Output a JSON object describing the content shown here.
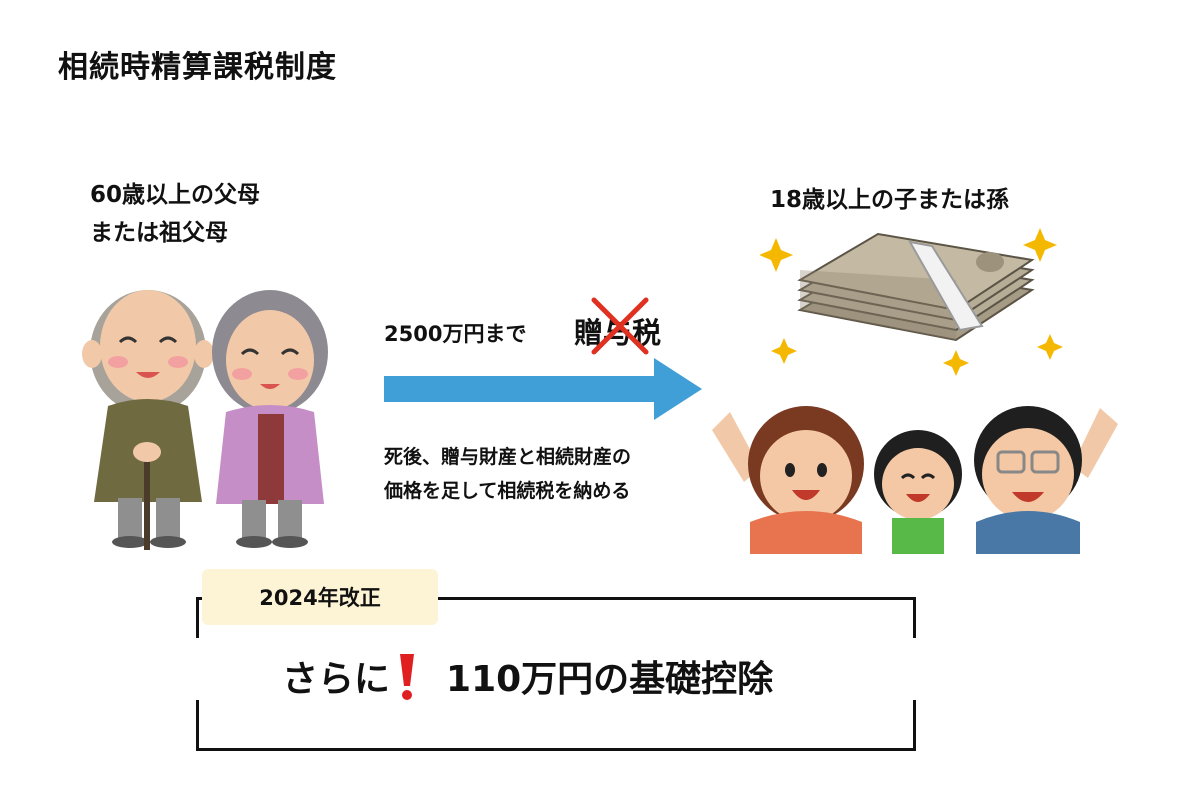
{
  "title": "相続時精算課税制度",
  "giver_label": [
    "60歳以上の父母",
    "または祖父母"
  ],
  "receiver_label": "18歳以上の子または孫",
  "amount_text": "2500万円まで",
  "tax_text": "贈与税",
  "note_lines": [
    "死後、贈与財産と相続財産の",
    "価格を足して相続税を納める"
  ],
  "reform": {
    "tag": "2024年改正",
    "prefix": "さらに",
    "main": "110万円の基礎控除"
  },
  "colors": {
    "arrow": "#3f9fd6",
    "cross": "#e03020",
    "tag_bg": "#fdf4d6",
    "exclaim": "#e02020",
    "sparkle": "#f5b800"
  },
  "icons": {
    "grandparents": "elderly-couple-illustration",
    "money": "money-stack-illustration",
    "family": "cheering-family-illustration"
  }
}
